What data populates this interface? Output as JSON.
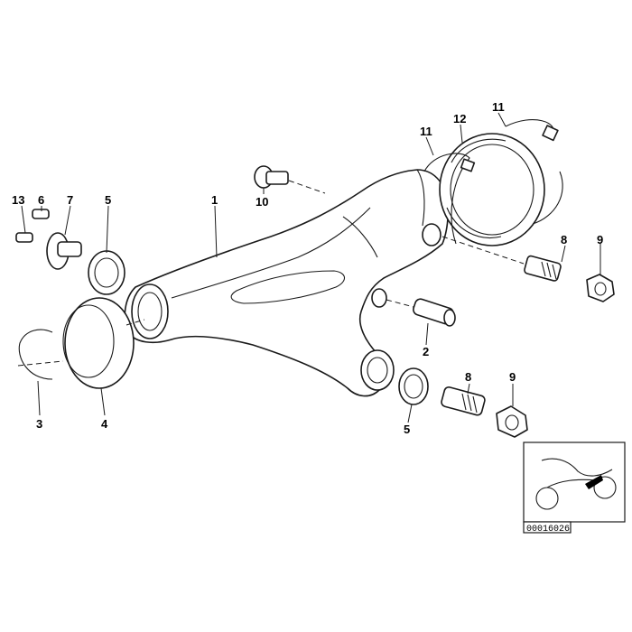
{
  "diagram": {
    "callouts": [
      "13",
      "6",
      "7",
      "5",
      "1",
      "10",
      "11",
      "12",
      "11",
      "8",
      "9",
      "2",
      "8",
      "9",
      "5",
      "3",
      "4"
    ],
    "reference_number": "00016026",
    "icons": [
      "motorcycle-silhouette-icon"
    ]
  }
}
